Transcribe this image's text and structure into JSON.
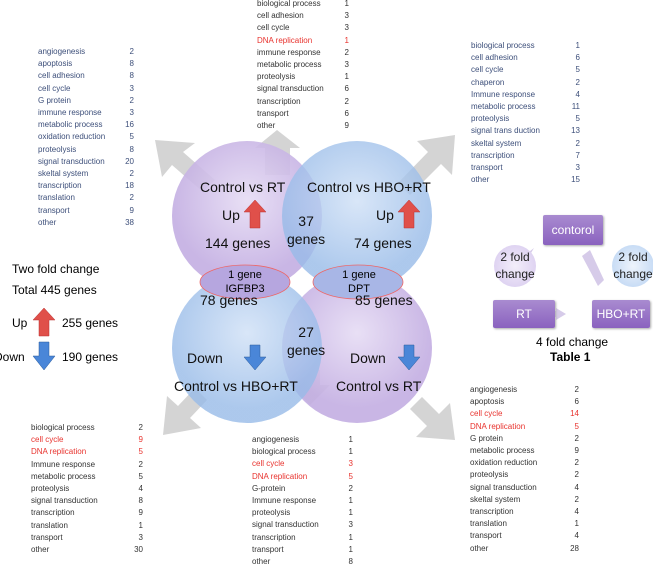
{
  "lists": {
    "top": [
      [
        "biological process",
        "1"
      ],
      [
        "cell adhesion",
        "3"
      ],
      [
        "cell cycle",
        "3"
      ],
      [
        "DNA replication",
        "1",
        true
      ],
      [
        "immune response",
        "2"
      ],
      [
        "metabolic process",
        "3"
      ],
      [
        "proteolysis",
        "1"
      ],
      [
        "signal transduction",
        "6"
      ],
      [
        "transcription",
        "2"
      ],
      [
        "transport",
        "6"
      ],
      [
        "other",
        "9"
      ]
    ],
    "top_left": [
      [
        "angiogenesis",
        "2"
      ],
      [
        "apoptosis",
        "8"
      ],
      [
        "cell adhesion",
        "8"
      ],
      [
        "cell cycle",
        "3"
      ],
      [
        "G protein",
        "2"
      ],
      [
        "immune response",
        "3"
      ],
      [
        "metabolic process",
        "16"
      ],
      [
        "oxidation reduction",
        "5"
      ],
      [
        "proteolysis",
        "8"
      ],
      [
        "signal transduction",
        "20"
      ],
      [
        "skeltal system",
        "2"
      ],
      [
        "transcription",
        "18"
      ],
      [
        "translation",
        "2"
      ],
      [
        "transport",
        "9"
      ],
      [
        "other",
        "38"
      ]
    ],
    "top_right": [
      [
        "biological process",
        "1"
      ],
      [
        "cell adhesion",
        "6"
      ],
      [
        "cell cycle",
        "5"
      ],
      [
        "chaperon",
        "2"
      ],
      [
        "Immune response",
        "4"
      ],
      [
        "metabolic process",
        "11"
      ],
      [
        "proteolysis",
        "5"
      ],
      [
        "signal trans duction",
        "13"
      ],
      [
        "skeltal system",
        "2"
      ],
      [
        "transcription",
        "7"
      ],
      [
        "transport",
        "3"
      ],
      [
        "other",
        "15"
      ]
    ],
    "bottom_left": [
      [
        "biological process",
        "2"
      ],
      [
        "cell cycle",
        "9",
        true
      ],
      [
        "DNA replication",
        "5",
        true
      ],
      [
        "Immune response",
        "2"
      ],
      [
        "metabolic process",
        "5"
      ],
      [
        "proteolysis",
        "4"
      ],
      [
        "signal transduction",
        "8"
      ],
      [
        "transcription",
        "9"
      ],
      [
        "translation",
        "1"
      ],
      [
        "transport",
        "3"
      ],
      [
        "other",
        "30"
      ]
    ],
    "bottom_middle": [
      [
        "angiogenesis",
        "1"
      ],
      [
        "biological process",
        "1"
      ],
      [
        "cell cycle",
        "3",
        true
      ],
      [
        "DNA replication",
        "5",
        true
      ],
      [
        "G-protein",
        "2"
      ],
      [
        "Immune response",
        "1"
      ],
      [
        "proteolysis",
        "1"
      ],
      [
        "signal transduction",
        "3"
      ],
      [
        "transcription",
        "1"
      ],
      [
        "transport",
        "1"
      ],
      [
        "other",
        "8"
      ]
    ],
    "bottom_right": [
      [
        "angiogenesis",
        "2"
      ],
      [
        "apoptosis",
        "6"
      ],
      [
        "cell cycle",
        "14",
        true
      ],
      [
        "DNA replication",
        "5",
        true
      ],
      [
        "G protein",
        "2"
      ],
      [
        "metabolic process",
        "9"
      ],
      [
        "oxidation reduction",
        "2"
      ],
      [
        "proteolysis",
        "2"
      ],
      [
        "signal transduction",
        "4"
      ],
      [
        "skeltal system",
        "2"
      ],
      [
        "transcription",
        "4"
      ],
      [
        "translation",
        "1"
      ],
      [
        "transport",
        "4"
      ],
      [
        "other",
        "28"
      ]
    ]
  },
  "venn": {
    "tl_title": "Control vs RT",
    "tl_dir": "Up",
    "tl_count": "144 genes",
    "tr_title": "Control vs HBO+RT",
    "tr_dir": "Up",
    "tr_count": "74 genes",
    "top_overlap": "37\ngenes",
    "left_overlap_1": "1 gene",
    "left_overlap_2": "IGFBP3",
    "right_overlap_1": "1 gene",
    "right_overlap_2": "DPT",
    "bl_title": "Control vs HBO+RT",
    "bl_dir": "Down",
    "bl_count": "78 genes",
    "br_title": "Control vs RT",
    "br_dir": "Down",
    "br_count": "85 genes",
    "bottom_overlap": "27\ngenes"
  },
  "summary": {
    "title": "Two fold change",
    "total": "Total 445 genes",
    "up_label": "Up",
    "up_count": "255 genes",
    "down_label": "Down",
    "down_count": "190 genes"
  },
  "scheme": {
    "control": "contorol",
    "rt": "RT",
    "hbo": "HBO+RT",
    "left_bubble": "2 fold change",
    "right_bubble": "2 fold change",
    "bottom": "4 fold change",
    "caption": "Table 1"
  },
  "colors": {
    "highlight": "#e8332e",
    "up_arrow": "#e0504a",
    "down_arrow": "#4a86d8",
    "purple": "#c7b3e4",
    "blue": "#9cbde9"
  }
}
